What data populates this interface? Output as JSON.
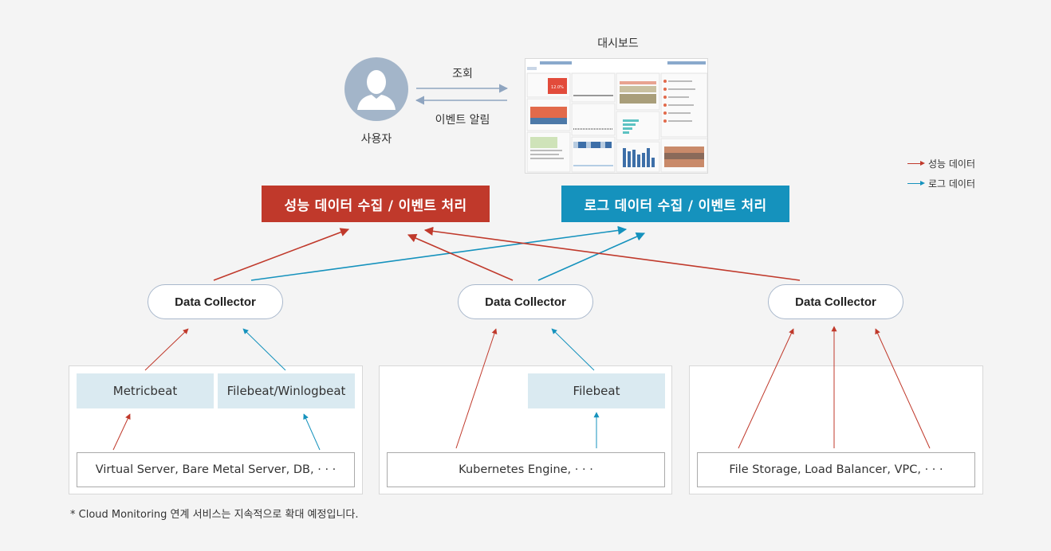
{
  "user": {
    "label": "사용자",
    "icon": "user-avatar-icon"
  },
  "dashboard": {
    "title": "대시보드",
    "widget_value": "12.0%"
  },
  "interactions": {
    "query_label": "조회",
    "alert_label": "이벤트 알림"
  },
  "legend": {
    "performance": {
      "label": "성능 데이터",
      "color": "#c0392b"
    },
    "log": {
      "label": "로그 데이터",
      "color": "#1592bd"
    }
  },
  "banners": {
    "performance": "성능 데이터 수집 / 이벤트 처리",
    "log": "로그 데이터 수집 / 이벤트 처리"
  },
  "collectors": [
    {
      "label": "Data Collector"
    },
    {
      "label": "Data Collector"
    },
    {
      "label": "Data Collector"
    }
  ],
  "groups": [
    {
      "beats": [
        "Metricbeat",
        "Filebeat/Winlogbeat"
      ],
      "source": "Virtual Server, Bare Metal Server, DB, · · ·"
    },
    {
      "beats": [
        "Filebeat"
      ],
      "source": "Kubernetes Engine, · · ·"
    },
    {
      "beats": [],
      "source": "File Storage, Load Balancer, VPC, · · ·"
    }
  ],
  "footnote": "* Cloud Monitoring 연계 서비스는 지속적으로 확대 예정입니다."
}
